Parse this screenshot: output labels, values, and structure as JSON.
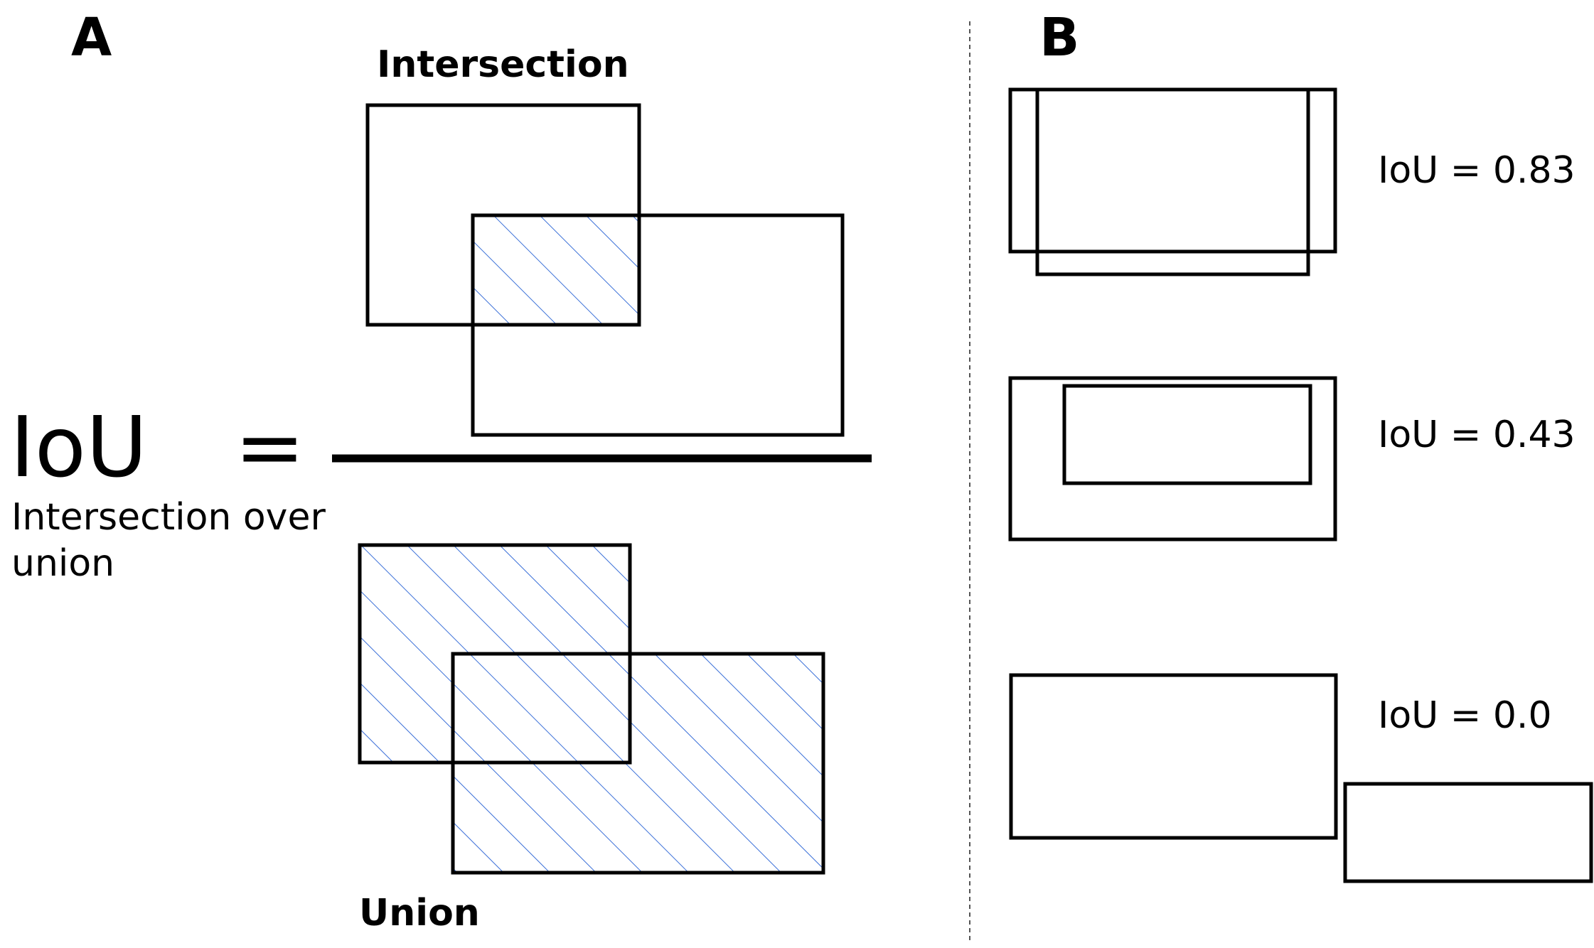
{
  "panel_a": {
    "letter": "A",
    "intersection_label": "Intersection",
    "union_label": "Union",
    "iou_symbol": "IoU",
    "equals_sign": "=",
    "caption_line1": "Intersection over",
    "caption_line2": "union"
  },
  "panel_b": {
    "letter": "B",
    "examples": [
      {
        "label": "IoU = 0.83",
        "iou": 0.83
      },
      {
        "label": "IoU = 0.43",
        "iou": 0.43
      },
      {
        "label": "IoU = 0.0",
        "iou": 0.0
      }
    ]
  },
  "colors": {
    "stroke": "#000000",
    "hatch": "#3a6fd8",
    "divider": "#555555",
    "background": "#ffffff"
  }
}
